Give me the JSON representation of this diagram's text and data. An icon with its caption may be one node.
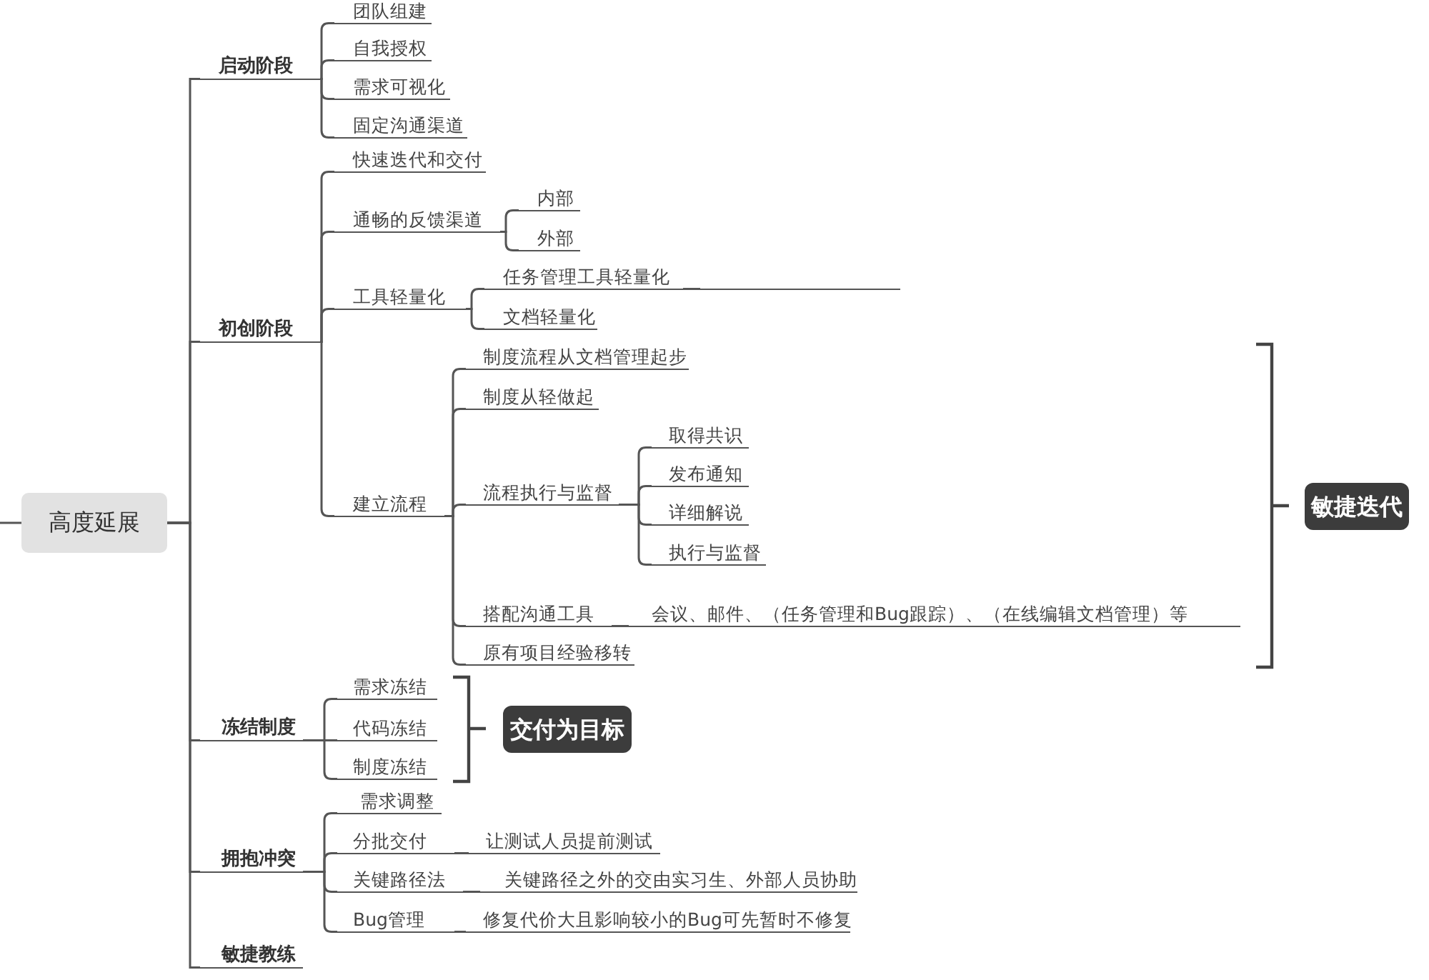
{
  "diagram": {
    "nodes": [
      {
        "text": [
          "高度延展"
        ]
      },
      {
        "text": [
          "启动阶段"
        ]
      },
      {
        "text": [
          "团队组建"
        ]
      },
      {
        "text": [
          "自我授权"
        ]
      },
      {
        "text": [
          "需求可视化"
        ]
      },
      {
        "text": [
          "固定沟通渠道"
        ]
      },
      {
        "text": [
          "初创阶段"
        ]
      },
      {
        "text": [
          "快速迭代和交付"
        ]
      },
      {
        "text": [
          "通畅的反馈渠道"
        ]
      },
      {
        "text": [
          "内部"
        ]
      },
      {
        "text": [
          "外部"
        ]
      },
      {
        "text": [
          "工具轻量化"
        ]
      },
      {
        "text": [
          "任务管理工具轻量化"
        ]
      },
      {
        "text": [],
        "shape": "line"
      },
      {
        "text": [
          "文档轻量化"
        ]
      },
      {
        "text": [
          "建立流程"
        ]
      },
      {
        "text": [
          "制度流程从文档管理起步"
        ]
      },
      {
        "text": [
          "制度从轻做起"
        ]
      },
      {
        "text": [
          "流程执行与监督"
        ]
      },
      {
        "text": [
          "取得共识"
        ]
      },
      {
        "text": [
          "发布通知"
        ]
      },
      {
        "text": [
          "详细解说"
        ]
      },
      {
        "text": [
          "执行与监督"
        ]
      },
      {
        "text": [
          "搭配沟通工具"
        ]
      },
      {
        "text": [
          "会议、邮件、（任务管理和Bug跟踪）、（在线编辑文档管理）等"
        ]
      },
      {
        "text": [
          "原有项目经验移转"
        ]
      },
      {
        "text": [
          "冻结制度"
        ]
      },
      {
        "text": [
          "需求冻结"
        ]
      },
      {
        "text": [
          "代码冻结"
        ]
      },
      {
        "text": [
          "制度冻结"
        ]
      },
      {
        "text": [
          "拥抱冲突"
        ]
      },
      {
        "text": [
          "需求调整"
        ]
      },
      {
        "text": [
          "分批交付"
        ]
      },
      {
        "text": [
          "让测试人员提前测试"
        ]
      },
      {
        "text": [
          "关键路径法"
        ]
      },
      {
        "text": [
          "关键路径之外的交由实习生、外部人员协助"
        ]
      },
      {
        "text": [
          "Bug管理"
        ]
      },
      {
        "text": [
          "修复代价大且影响较小的Bug可先暂时不修复"
        ]
      },
      {
        "text": [
          "敏捷教练"
        ]
      },
      {
        "text": [
          "敏捷迭代"
        ]
      },
      {
        "text": [
          "交付为目标"
        ]
      }
    ],
    "edges": [
      {
        "from": null,
        "to": 0,
        "arrow": "none"
      },
      {
        "from": 0,
        "to": 1,
        "arrow": "none"
      },
      {
        "from": 0,
        "to": 6,
        "arrow": "none"
      },
      {
        "from": 0,
        "to": 26,
        "arrow": "none"
      },
      {
        "from": 0,
        "to": 30,
        "arrow": "none"
      },
      {
        "from": 0,
        "to": 38,
        "arrow": "none"
      },
      {
        "from": 1,
        "to": 2,
        "arrow": "none"
      },
      {
        "from": 1,
        "to": 3,
        "arrow": "none"
      },
      {
        "from": 1,
        "to": 4,
        "arrow": "none"
      },
      {
        "from": 1,
        "to": 5,
        "arrow": "none"
      },
      {
        "from": 6,
        "to": 7,
        "arrow": "none"
      },
      {
        "from": 6,
        "to": 8,
        "arrow": "none"
      },
      {
        "from": 6,
        "to": 11,
        "arrow": "none"
      },
      {
        "from": 6,
        "to": 15,
        "arrow": "none"
      },
      {
        "from": 8,
        "to": 9,
        "arrow": "none"
      },
      {
        "from": 8,
        "to": 10,
        "arrow": "none"
      },
      {
        "from": 11,
        "to": 12,
        "arrow": "none"
      },
      {
        "from": 11,
        "to": 14,
        "arrow": "none"
      },
      {
        "from": 12,
        "to": 13,
        "arrow": "none"
      },
      {
        "from": 15,
        "to": 16,
        "arrow": "none"
      },
      {
        "from": 15,
        "to": 17,
        "arrow": "none"
      },
      {
        "from": 15,
        "to": 18,
        "arrow": "none"
      },
      {
        "from": 15,
        "to": 23,
        "arrow": "none"
      },
      {
        "from": 15,
        "to": 25,
        "arrow": "none"
      },
      {
        "from": 18,
        "to": 19,
        "arrow": "none"
      },
      {
        "from": 18,
        "to": 20,
        "arrow": "none"
      },
      {
        "from": 18,
        "to": 21,
        "arrow": "none"
      },
      {
        "from": 18,
        "to": 22,
        "arrow": "none"
      },
      {
        "from": 23,
        "to": 24,
        "arrow": "none"
      },
      {
        "from": 26,
        "to": 27,
        "arrow": "none"
      },
      {
        "from": 26,
        "to": 28,
        "arrow": "none"
      },
      {
        "from": 26,
        "to": 29,
        "arrow": "none"
      },
      {
        "from": 30,
        "to": 31,
        "arrow": "none"
      },
      {
        "from": 30,
        "to": 32,
        "arrow": "none"
      },
      {
        "from": 30,
        "to": 34,
        "arrow": "none"
      },
      {
        "from": 30,
        "to": 36,
        "arrow": "none"
      },
      {
        "from": 32,
        "to": 33,
        "arrow": "none"
      },
      {
        "from": 34,
        "to": 35,
        "arrow": "none"
      },
      {
        "from": 36,
        "to": 37,
        "arrow": "none"
      }
    ]
  }
}
